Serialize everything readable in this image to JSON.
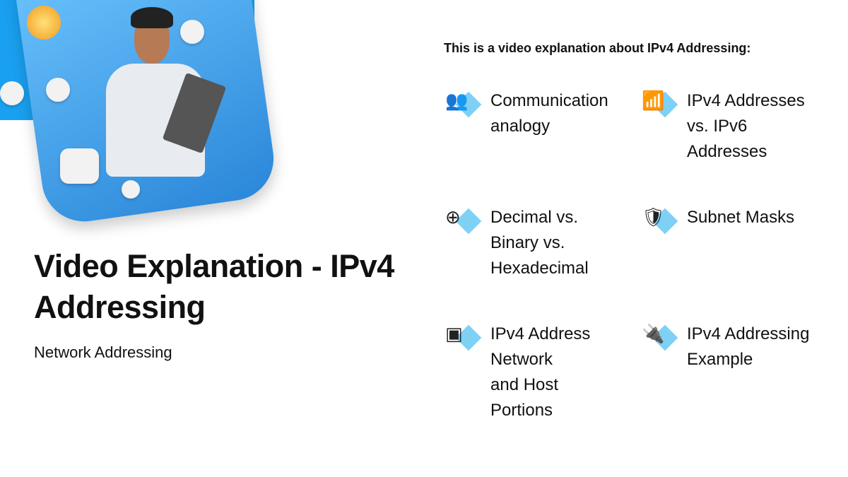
{
  "title": "Video Explanation - IPv4 Addressing",
  "subtitle": "Network Addressing",
  "intro": "This is a video explanation about IPv4 Addressing:",
  "topics": [
    {
      "label": "Communication\nanalogy",
      "icon": "people-talking-icon",
      "glyph": "👥"
    },
    {
      "label": "IPv4 Addresses\nvs. IPv6\nAddresses",
      "icon": "router-icon",
      "glyph": "📶"
    },
    {
      "label": "Decimal vs.\nBinary vs.\nHexadecimal",
      "icon": "calculator-operations-icon",
      "glyph": "⊕"
    },
    {
      "label": "Subnet Masks",
      "icon": "shield-window-icon",
      "glyph": "🛡"
    },
    {
      "label": "IPv4 Address\nNetwork\nand Host\nPortions",
      "icon": "ethernet-port-icon",
      "glyph": "▣"
    },
    {
      "label": "IPv4 Addressing\nExample",
      "icon": "network-cable-icon",
      "glyph": "🔌"
    }
  ]
}
